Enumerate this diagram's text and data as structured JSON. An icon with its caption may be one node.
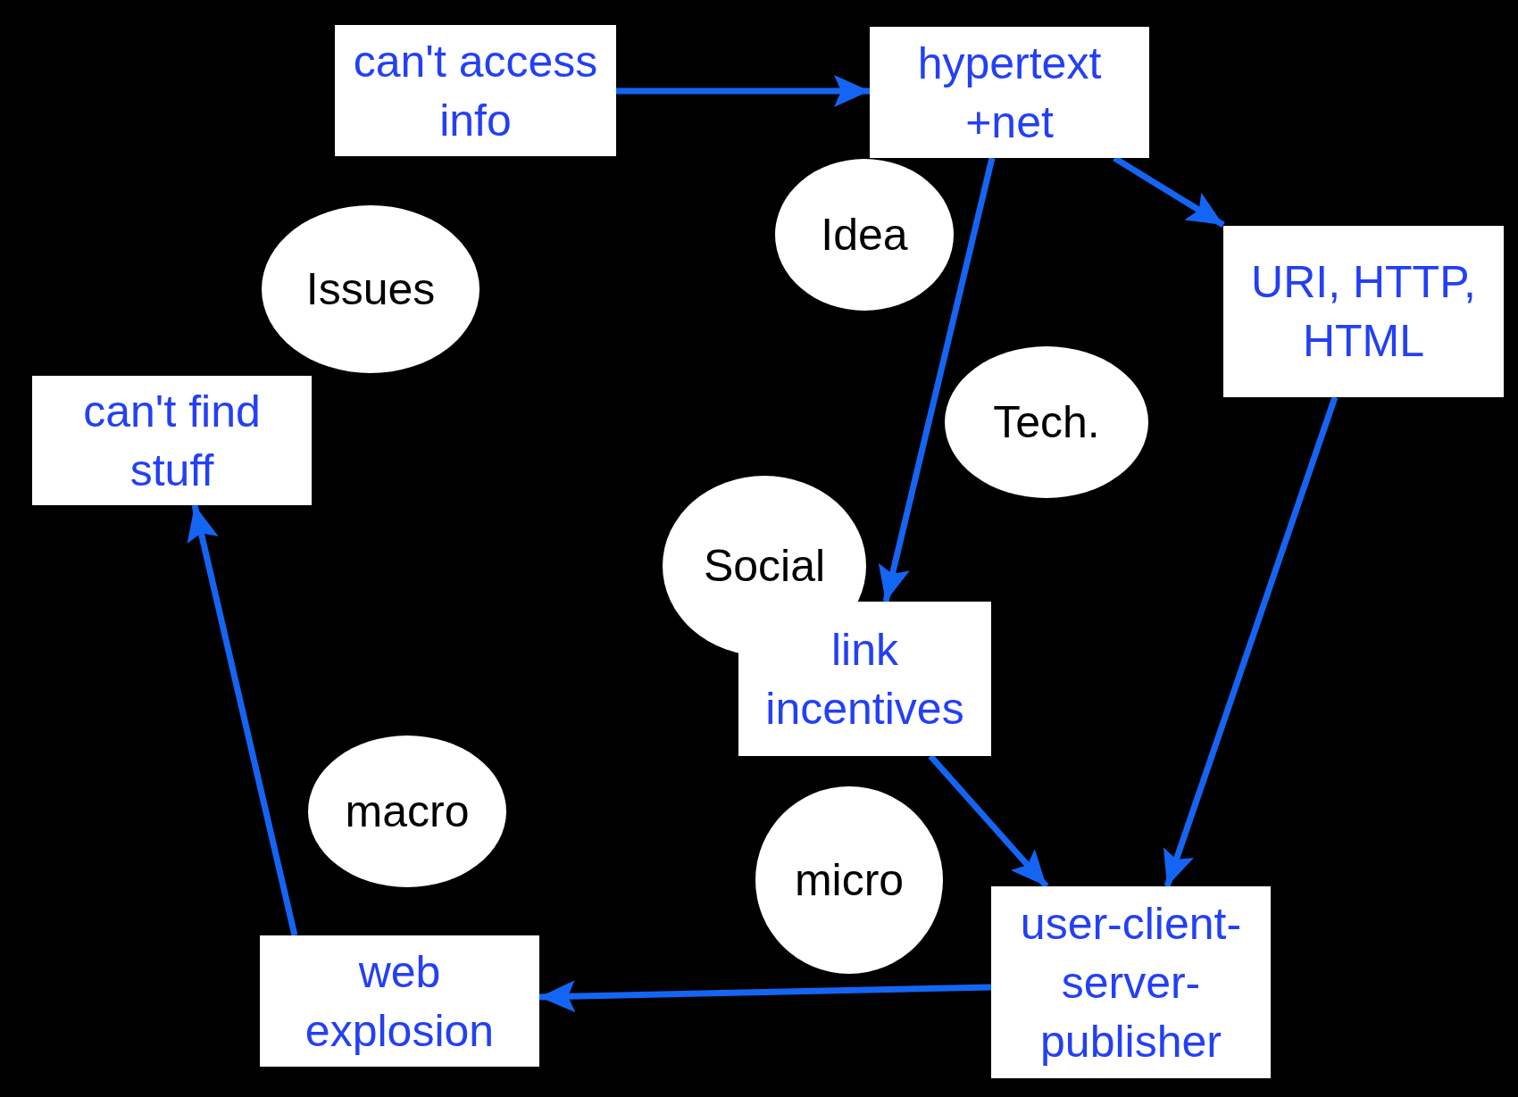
{
  "diagram": {
    "nodes": [
      {
        "text": [
          "can't access info"
        ]
      },
      {
        "text": [
          "hypertext +net"
        ]
      },
      {
        "text": [
          "Issues"
        ]
      },
      {
        "text": [
          "Idea"
        ]
      },
      {
        "text": [
          "URI, HTTP, HTML"
        ]
      },
      {
        "text": [
          "can't find stuff"
        ]
      },
      {
        "text": [
          "Tech."
        ]
      },
      {
        "text": [
          "Social"
        ]
      },
      {
        "text": [
          "link incentives"
        ]
      },
      {
        "text": [
          "macro"
        ]
      },
      {
        "text": [
          "micro"
        ]
      },
      {
        "text": [
          "user-client-server-publisher"
        ]
      },
      {
        "text": [
          "web explosion"
        ]
      }
    ],
    "edges": [
      {
        "from": 0,
        "to": 1,
        "arrow": "to"
      },
      {
        "from": 1,
        "to": 4,
        "arrow": "to"
      },
      {
        "from": 1,
        "to": 8,
        "arrow": "to"
      },
      {
        "from": 4,
        "to": 11,
        "arrow": "to"
      },
      {
        "from": 8,
        "to": 11,
        "arrow": "to"
      },
      {
        "from": 11,
        "to": 12,
        "arrow": "to"
      },
      {
        "from": 12,
        "to": 5,
        "arrow": "to"
      }
    ]
  }
}
